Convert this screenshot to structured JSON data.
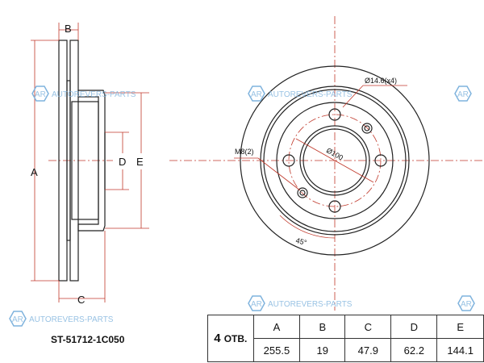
{
  "part_number": "ST-51712-1C050",
  "watermark": "AUTOREVERS-PARTS",
  "watermark_logo": "AR",
  "side_view": {
    "labels": {
      "a": "A",
      "b": "B",
      "c": "C",
      "d": "D",
      "e": "E"
    }
  },
  "front_view": {
    "hole_callout": "Ø14.6(x4)",
    "thread_callout": "M8(2)",
    "pcd_callout": "Ø100",
    "angle_callout": "45°"
  },
  "spec_table": {
    "holes_count": "4",
    "holes_unit": "ОТВ.",
    "headers": [
      "A",
      "B",
      "C",
      "D",
      "E"
    ],
    "values": [
      "255.5",
      "19",
      "47.9",
      "62.2",
      "144.1"
    ]
  },
  "colors": {
    "dimension": "#c0392b",
    "watermark": "#7fb3dd",
    "outline": "#222222"
  }
}
